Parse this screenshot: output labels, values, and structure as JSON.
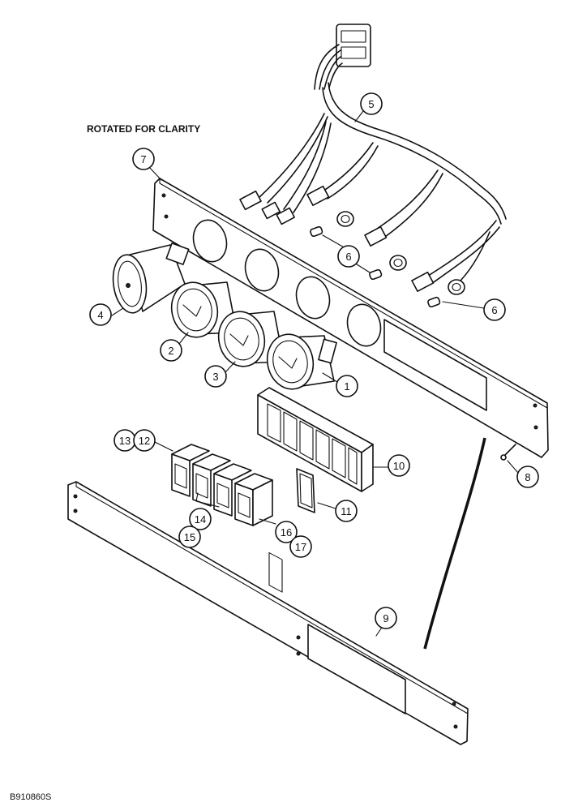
{
  "header": {
    "title": "ROTATED FOR CLARITY"
  },
  "footer": {
    "code": "B910860S"
  },
  "callouts": {
    "c1": "1",
    "c2": "2",
    "c3": "3",
    "c4": "4",
    "c5": "5",
    "c6a": "6",
    "c6b": "6",
    "c7": "7",
    "c8": "8",
    "c9": "9",
    "c10": "10",
    "c11": "11",
    "c12": "12",
    "c13": "13",
    "c14": "14",
    "c15": "15",
    "c16": "16",
    "c17": "17"
  }
}
